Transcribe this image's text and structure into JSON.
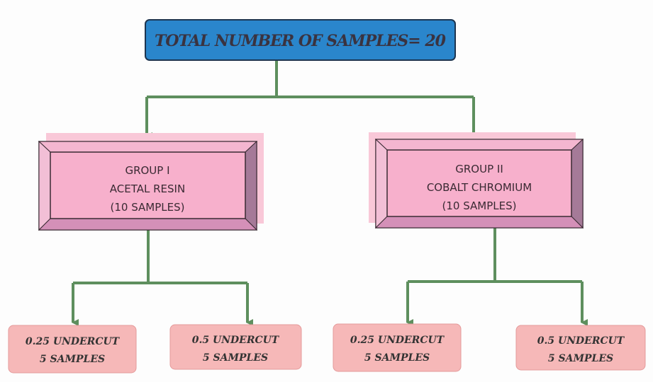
{
  "root": {
    "label": "TOTAL NUMBER OF SAMPLES= 20"
  },
  "groups": [
    {
      "lines": [
        "GROUP I",
        "ACETAL RESIN",
        "(10 SAMPLES)"
      ],
      "children": [
        {
          "lines": [
            "0.25 UNDERCUT",
            "5 SAMPLES"
          ]
        },
        {
          "lines": [
            "0.5 UNDERCUT",
            "5 SAMPLES"
          ]
        }
      ]
    },
    {
      "lines": [
        "GROUP II",
        "COBALT CHROMIUM",
        "(10 SAMPLES)"
      ],
      "children": [
        {
          "lines": [
            "0.25 UNDERCUT",
            "5 SAMPLES"
          ]
        },
        {
          "lines": [
            "0.5 UNDERCUT",
            "5 SAMPLES"
          ]
        }
      ]
    }
  ],
  "colors": {
    "root": "#2a86cc",
    "group": "#f7b0cc",
    "leaf": "#f6b8b8",
    "connector": "#5e8f5e"
  }
}
